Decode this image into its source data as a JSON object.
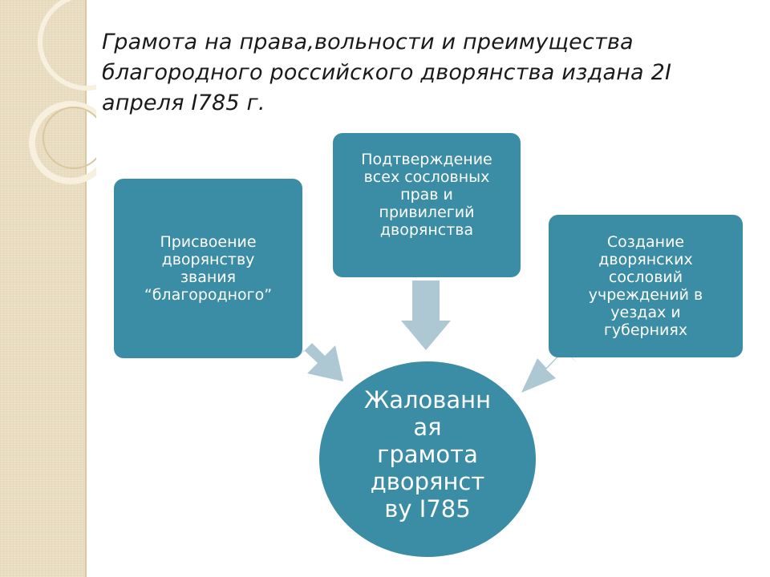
{
  "slide": {
    "title": "Грамота на права,вольности и преимущества благородного российского дворянства издана 2I апреля I785 г."
  },
  "diagram": {
    "center": "Жалованн\nая\nграмота\nдворянст\nву I785",
    "left_box": "Присвоение\nдворянству\nзвания\n“благородного”",
    "top_box": "Подтверждение\nвсех сословных\nправ и\nпривилегий\nдворянства",
    "right_box": "Создание\nдворянских\nсословий\nучреждений в\nуездах и\nгуберниях"
  },
  "colors": {
    "box_fill": "#3b8ca5",
    "arrow_fill": "#adc8d3",
    "panel": "#e9dcc0"
  }
}
